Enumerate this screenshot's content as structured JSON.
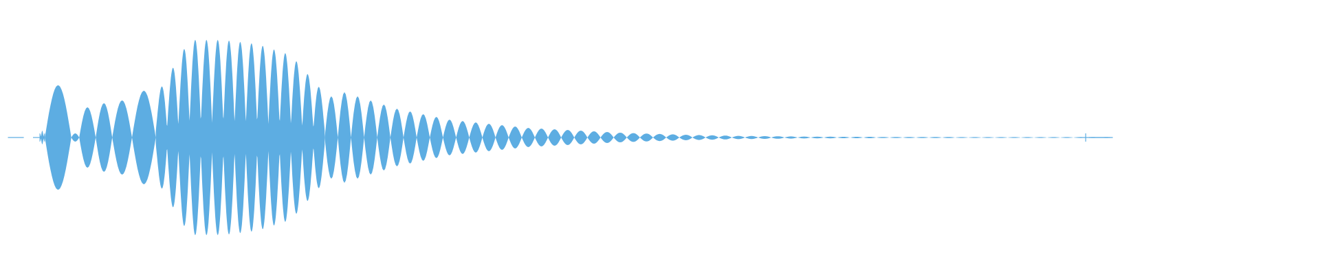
{
  "waveform": {
    "color": "#5dade2",
    "segments": [
      {
        "kind": "line",
        "from": 0.006,
        "to": 0.018
      },
      {
        "kind": "line",
        "from": 0.025,
        "to": 0.03
      },
      {
        "kind": "osc",
        "from": 0.03,
        "to": 0.034,
        "amp": [
          0.03,
          0.05,
          0.03
        ],
        "cycles": 2,
        "phase": 0.5
      },
      {
        "kind": "lobes",
        "from": 0.034,
        "to": 0.054,
        "amps": [
          0.38
        ]
      },
      {
        "kind": "lobes",
        "from": 0.054,
        "to": 0.06,
        "amps": [
          0.03
        ]
      },
      {
        "kind": "lobes",
        "from": 0.06,
        "to": 0.085,
        "amps": [
          0.22,
          0.25
        ]
      },
      {
        "kind": "lobes",
        "from": 0.085,
        "to": 0.1,
        "amps": [
          0.27
        ]
      },
      {
        "kind": "lobes",
        "from": 0.1,
        "to": 0.118,
        "amps": [
          0.34
        ]
      },
      {
        "kind": "osc",
        "from": 0.118,
        "to": 0.246,
        "amp": [
          0.3,
          0.71,
          0.71,
          0.68,
          0.6,
          0.32
        ],
        "cycles": 15,
        "phase": 0.0
      },
      {
        "kind": "lobes",
        "from": 0.246,
        "to": 0.843,
        "amps": [
          0.3,
          0.33,
          0.3,
          0.27,
          0.24,
          0.21,
          0.19,
          0.17,
          0.15,
          0.13,
          0.12,
          0.11,
          0.1,
          0.09,
          0.08,
          0.07,
          0.065,
          0.06,
          0.055,
          0.05,
          0.045,
          0.04,
          0.035,
          0.032,
          0.029,
          0.026,
          0.023,
          0.02,
          0.018,
          0.016,
          0.014,
          0.012,
          0.011,
          0.01,
          0.009,
          0.008,
          0.007,
          0.006,
          0.006,
          0.005,
          0.005,
          0.005,
          0.004,
          0.004,
          0.004,
          0.004,
          0.004,
          0.004,
          0.003,
          0.003,
          0.003,
          0.003,
          0.003,
          0.003,
          0.003,
          0.003,
          0.003,
          0.003,
          0.003,
          0.003
        ]
      },
      {
        "kind": "line",
        "from": 0.818,
        "to": 0.843
      },
      {
        "kind": "spike",
        "at": 0.8225,
        "amp": 0.03
      },
      {
        "kind": "line",
        "from": 0.825,
        "to": 0.841
      }
    ]
  }
}
